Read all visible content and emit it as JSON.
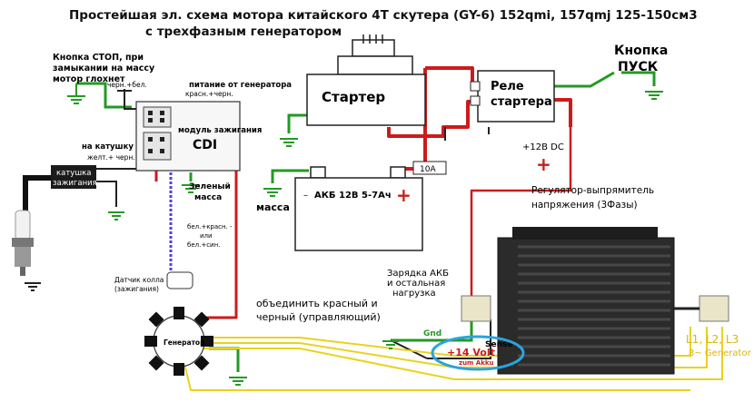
{
  "title": {
    "line1": "Простейшая эл. схема мотора китайского 4Т скутера (GY-6) 152qmi, 157qmj  125-150см3",
    "line2": "с трехфазным генератором"
  },
  "labels": {
    "stop_button_line1": "Кнопка СТОП, при",
    "stop_button_line2": "замыкании на массу",
    "stop_button_line3": "мотор глохнет",
    "black_white": "черн.+бел.",
    "power_from_generator": "питание от генератора",
    "red_black": "красн.+черн.",
    "to_coil": "на катушку",
    "yellow_black": "желт.+ черн.",
    "ignition_module": "модуль зажигания",
    "cdi": "CDI",
    "coil_line1": "катушка",
    "coil_line2": "зажигания",
    "green_mass_line1": "Зеленый",
    "green_mass_line2": "масса",
    "wire_colors_line1": "бел.+красн. -",
    "wire_colors_line2": "или",
    "wire_colors_line3": "бел.+син.",
    "hall_sensor_line1": "Датчик колла",
    "hall_sensor_line2": "(зажигания)",
    "generator": "Генератор",
    "starter": "Стартер",
    "relay_line1": "Реле",
    "relay_line2": "стартера",
    "start_button_line1": "Кнопка",
    "start_button_line2": "ПУСК",
    "plus12v_dc": "+12В  DC",
    "fuse": "10A",
    "battery": "АКБ 12В 5-7Ач",
    "mass": "масса",
    "regulator_line1": "Регулятор-выпрямитель",
    "regulator_line2": "напряжения (3Фазы)",
    "charging_line1": "Зарядка АКБ",
    "charging_line2": "и остальная",
    "charging_line3": "нагрузка",
    "combine_line1": "объединить красный и",
    "combine_line2": "черный (управляющий)",
    "gnd": "Gnd",
    "sense": "Sense",
    "plus14v": "+14 Volt",
    "zum_akku": "zum Akku",
    "l_phases": "L1,  L2,  L3",
    "three_generator": "3~ Generator",
    "plus_sign": "+",
    "minus_sign": "–"
  }
}
